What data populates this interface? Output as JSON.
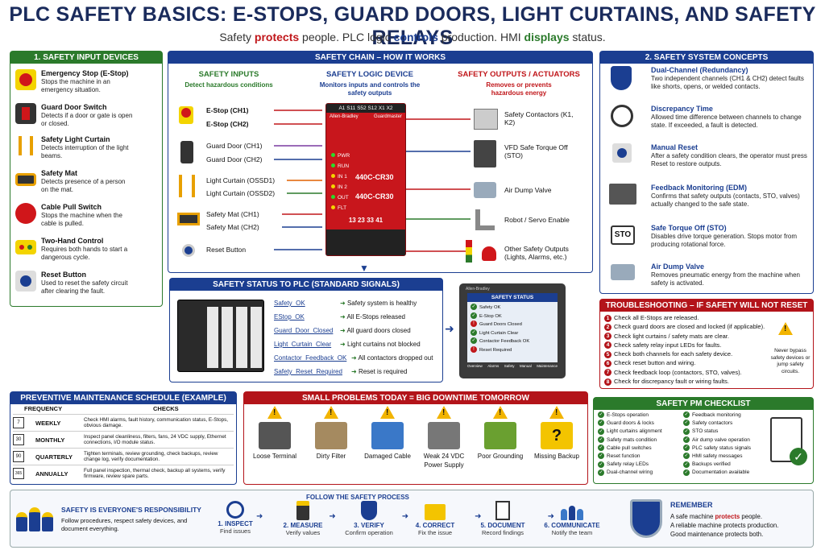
{
  "title": "PLC SAFETY BASICS: E-STOPS, GUARD DOORS, LIGHT CURTAINS, AND SAFETY RELAYS",
  "subtitle": {
    "p1": "Safety ",
    "p2": "protects",
    "p3": " people. PLC logic ",
    "p4": "controls",
    "p5": " production. HMI ",
    "p6": "displays",
    "p7": " status."
  },
  "devices": {
    "header": "1. SAFETY INPUT DEVICES",
    "items": [
      {
        "t": "Emergency Stop (E-Stop)",
        "d": "Stops the machine in an emergency situation."
      },
      {
        "t": "Guard Door Switch",
        "d": "Detects if a door or gate is open or closed."
      },
      {
        "t": "Safety Light Curtain",
        "d": "Detects interruption of the light beams."
      },
      {
        "t": "Safety Mat",
        "d": "Detects presence of a person on the mat."
      },
      {
        "t": "Cable Pull Switch",
        "d": "Stops the machine when the cable is pulled."
      },
      {
        "t": "Two-Hand Control",
        "d": "Requires both hands to start a dangerous cycle."
      },
      {
        "t": "Reset Button",
        "d": "Used to reset the safety circuit after clearing the fault."
      }
    ]
  },
  "chain": {
    "header": "SAFETY CHAIN – HOW IT WORKS",
    "inputs_h": "SAFETY INPUTS",
    "inputs_s": "Detect hazardous conditions",
    "logic_h": "SAFETY LOGIC DEVICE",
    "logic_s": "Monitors inputs and controls the safety outputs",
    "outputs_h": "SAFETY OUTPUTS / ACTUATORS",
    "outputs_s": "Removes or prevents hazardous energy",
    "in_labels": [
      "E-Stop (CH1)",
      "E-Stop (CH2)",
      "Guard Door (CH1)",
      "Guard Door (CH2)",
      "Light Curtain (OSSD1)",
      "Light Curtain (OSSD2)",
      "Safety Mat (CH1)",
      "Safety Mat (CH2)",
      "Reset Button"
    ],
    "relay": {
      "top": "A1  S11  S52  S12  X1  X2",
      "brand": "Allen-Bradley",
      "brand2": "Guardmaster",
      "leds": [
        "PWR",
        "RUN",
        "IN 1",
        "IN 2",
        "OUT",
        "FLT"
      ],
      "model1": "440C-CR30",
      "model2": "440C-CR30",
      "bottom": "13   23   33   41"
    },
    "outputs": [
      "Safety Contactors (K1, K2)",
      "VFD Safe Torque Off (STO)",
      "Air Dump Valve",
      "Robot / Servo Enable",
      "Other Safety Outputs (Lights, Alarms, etc.)"
    ]
  },
  "concepts": {
    "header": "2. SAFETY SYSTEM CONCEPTS",
    "items": [
      {
        "t": "Dual-Channel (Redundancy)",
        "d": "Two independent channels (CH1 & CH2) detect faults like shorts, opens, or welded contacts."
      },
      {
        "t": "Discrepancy Time",
        "d": "Allowed time difference between channels to change state. If exceeded, a fault is detected."
      },
      {
        "t": "Manual Reset",
        "d": "After a safety condition clears, the operator must press Reset to restore outputs."
      },
      {
        "t": "Feedback Monitoring (EDM)",
        "d": "Confirms that safety outputs (contacts, STO, valves) actually changed to the safe state."
      },
      {
        "t": "Safe Torque Off (STO)",
        "d": "Disables drive torque generation. Stops motor from producing rotational force."
      },
      {
        "t": "Air Dump Valve",
        "d": "Removes pneumatic energy from the machine when safety is activated."
      }
    ],
    "sto_icon": "STO"
  },
  "status": {
    "header": "SAFETY STATUS TO PLC (STANDARD SIGNALS)",
    "signals": [
      {
        "s": "Safety_OK",
        "d": "Safety system is healthy"
      },
      {
        "s": "EStop_OK",
        "d": "All E-Stops released"
      },
      {
        "s": "Guard_Door_Closed",
        "d": "All guard doors closed"
      },
      {
        "s": "Light_Curtain_Clear",
        "d": "Light curtains not blocked"
      },
      {
        "s": "Contactor_Feedback_OK",
        "d": "All contactors dropped out"
      },
      {
        "s": "Safety_Reset_Required",
        "d": "Reset is required"
      }
    ],
    "hmi_title": "SAFETY STATUS",
    "hmi_brand": "Allen-Bradley",
    "hmi_rows": [
      "Safety OK",
      "E-Stop OK",
      "Guard Doors Closed",
      "Light Curtain Clear",
      "Contactor Feedback OK",
      "Reset Required"
    ],
    "hmi_tabs": [
      "Overview",
      "Alarms",
      "Safety",
      "Manual",
      "Maintenance"
    ]
  },
  "trouble": {
    "header": "TROUBLESHOOTING – IF SAFETY WILL NOT RESET",
    "steps": [
      "Check all E-Stops are released.",
      "Check guard doors are closed and locked (if applicable).",
      "Check light curtains / safety mats are clear.",
      "Check safety relay input LEDs for faults.",
      "Check both channels for each safety device.",
      "Check reset button and wiring.",
      "Check feedback loop (contactors, STO, valves).",
      "Check for discrepancy fault or wiring faults."
    ],
    "note": "Never bypass safety devices or jump safety circuits."
  },
  "pm": {
    "header": "PREVENTIVE MAINTENANCE SCHEDULE (EXAMPLE)",
    "col1": "FREQUENCY",
    "col2": "CHECKS",
    "rows": [
      {
        "icon": "7",
        "f": "WEEKLY",
        "c": "Check HMI alarms, fault history, communication status, E-Stops, obvious damage."
      },
      {
        "icon": "30",
        "f": "MONTHLY",
        "c": "Inspect panel cleanliness, filters, fans, 24 VDC supply, Ethernet connections, I/O module status."
      },
      {
        "icon": "90",
        "f": "QUARTERLY",
        "c": "Tighten terminals, review grounding, check backups, review change log, verify documentation."
      },
      {
        "icon": "365",
        "f": "ANNUALLY",
        "c": "Full panel inspection, thermal check, backup all systems, verify firmware, review spare parts."
      }
    ]
  },
  "problems": {
    "header": "SMALL PROBLEMS TODAY = BIG DOWNTIME TOMORROW",
    "items": [
      "Loose Terminal",
      "Dirty Filter",
      "Damaged Cable",
      "Weak 24 VDC Power Supply",
      "Poor Grounding",
      "Missing Backup"
    ]
  },
  "checklist": {
    "header": "SAFETY PM CHECKLIST",
    "left": [
      "E-Stops operation",
      "Guard doors & locks",
      "Light curtains alignment",
      "Safety mats condition",
      "Cable pull switches",
      "Reset function",
      "Safety relay LEDs",
      "Dual-channel wiring"
    ],
    "right": [
      "Feedback monitoring",
      "Safety contactors",
      "STO status",
      "Air dump valve operation",
      "PLC safety status signals",
      "HMI safety messages",
      "Backups verified",
      "Documentation available"
    ]
  },
  "footer": {
    "resp_h": "SAFETY IS EVERYONE'S RESPONSIBILITY",
    "resp_d": "Follow procedures, respect safety devices, and document everything.",
    "process_h": "FOLLOW THE SAFETY PROCESS",
    "steps": [
      {
        "l": "1. INSPECT",
        "d": "Find issues"
      },
      {
        "l": "2. MEASURE",
        "d": "Verify values"
      },
      {
        "l": "3. VERIFY",
        "d": "Confirm operation"
      },
      {
        "l": "4. CORRECT",
        "d": "Fix the issue"
      },
      {
        "l": "5. DOCUMENT",
        "d": "Record findings"
      },
      {
        "l": "6. COMMUNICATE",
        "d": "Notify the team"
      }
    ],
    "rem_h": "REMEMBER",
    "rem1": "A safe machine ",
    "rem1b": "protects",
    "rem1c": " people.",
    "rem2": "A reliable machine protects production.",
    "rem3": "Good maintenance protects both."
  }
}
